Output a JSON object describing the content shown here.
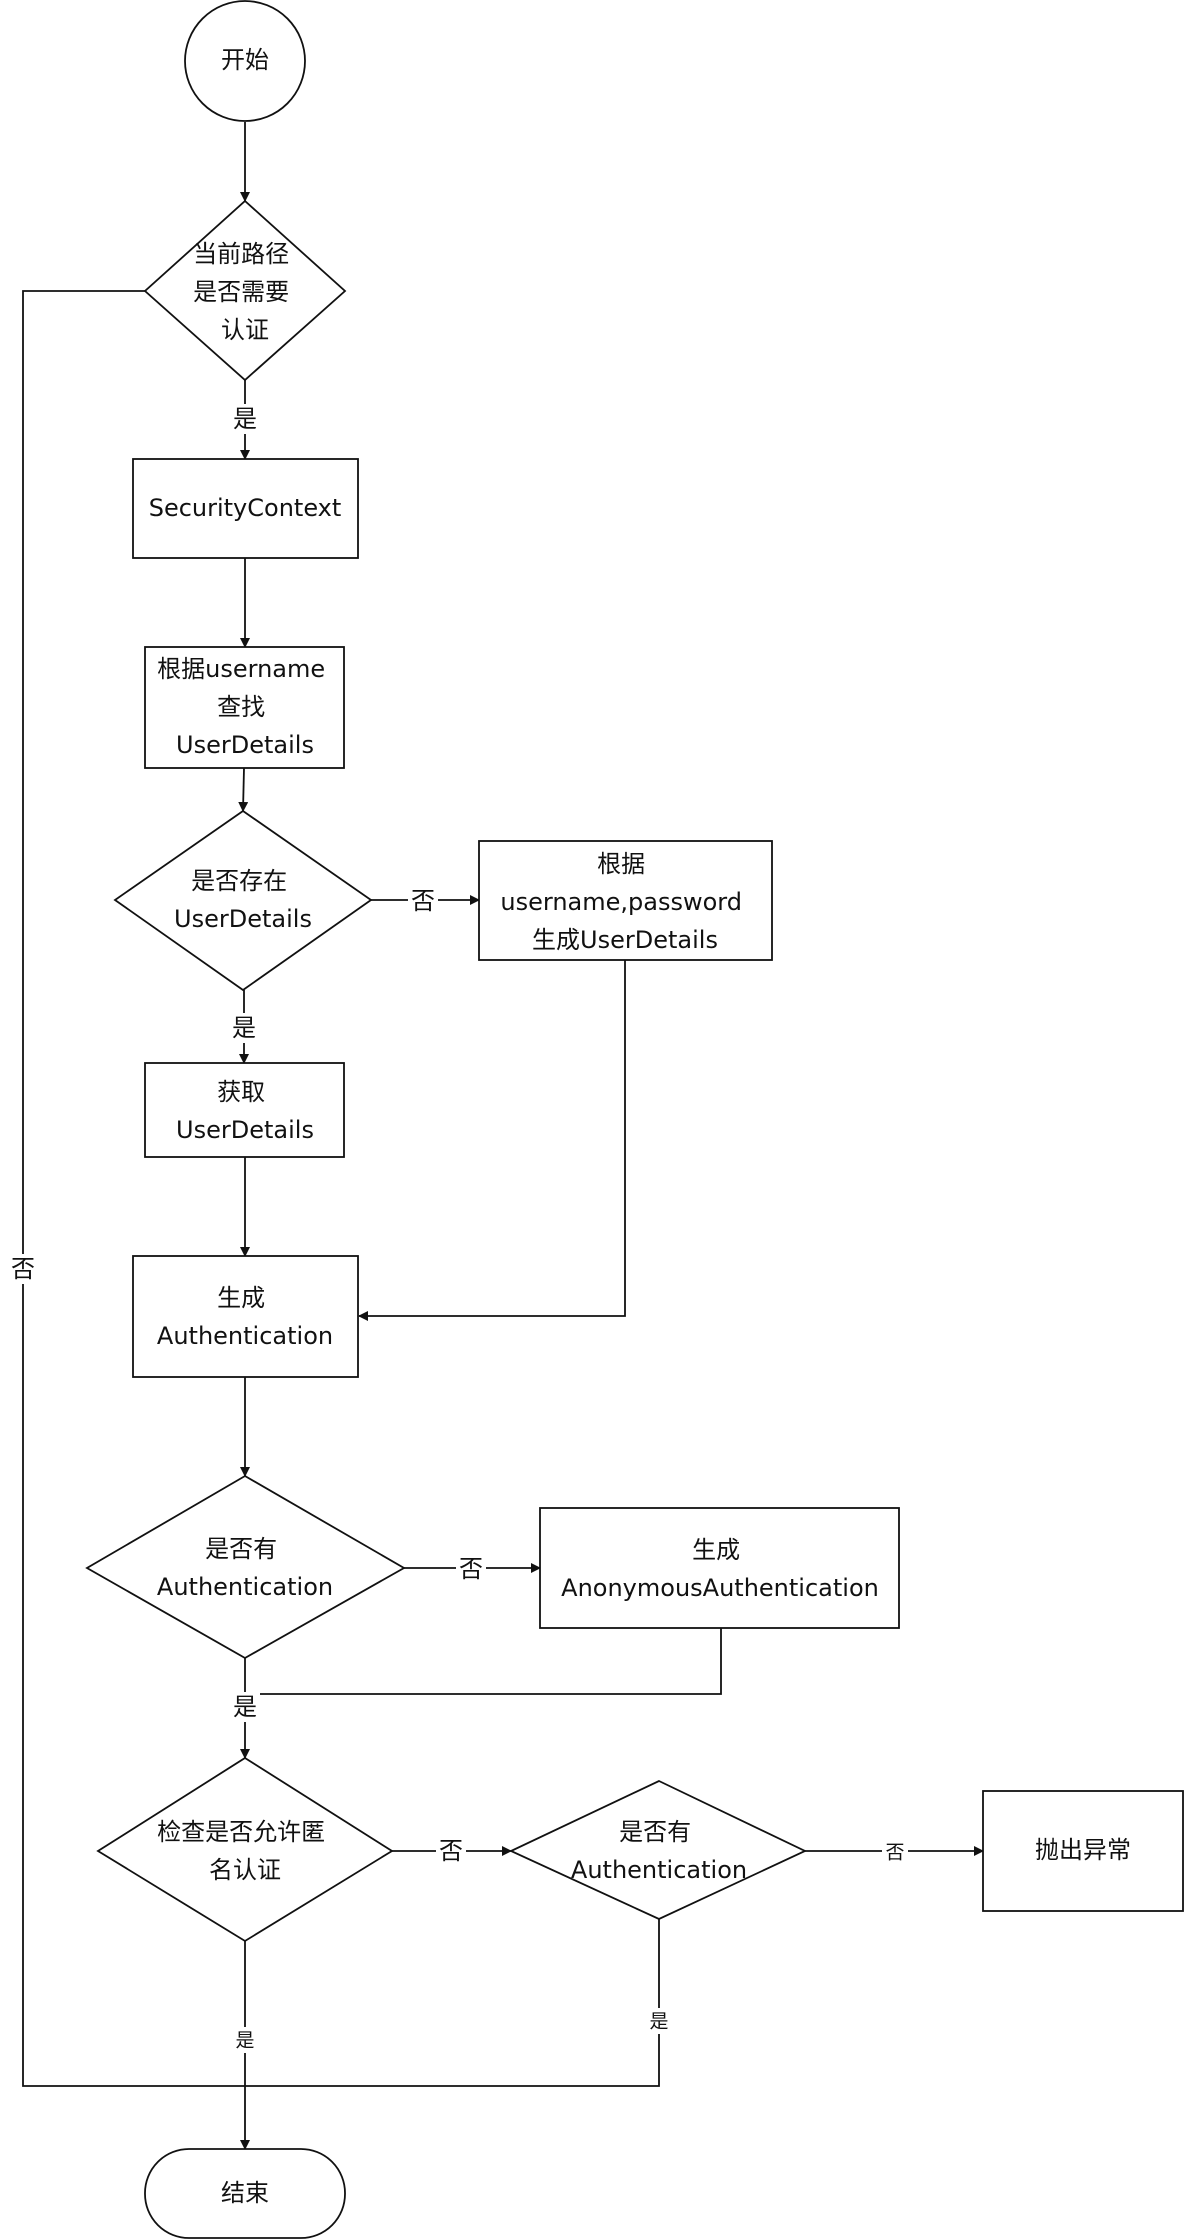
{
  "nodes": {
    "start": "开始",
    "need_auth": [
      "当前路径",
      "是否需要",
      "认证"
    ],
    "security_context": "SecurityContext",
    "find_user": [
      "根据username",
      "查找",
      "UserDetails"
    ],
    "exists_user": [
      "是否存在",
      "UserDetails"
    ],
    "create_user": [
      "根据",
      "username,password",
      "生成UserDetails"
    ],
    "get_user": [
      "获取",
      "UserDetails"
    ],
    "create_auth": [
      "生成",
      "Authentication"
    ],
    "has_auth": [
      "是否有",
      "Authentication"
    ],
    "create_anon": [
      "生成",
      "AnonymousAuthentication"
    ],
    "allow_anon": [
      "检查是否允许匿",
      "名认证"
    ],
    "has_auth_2": [
      "是否有",
      "Authentication"
    ],
    "throw": "抛出异常",
    "end": "结束"
  },
  "edges": {
    "need_auth_yes": "是",
    "need_auth_no": "否",
    "exists_no": "否",
    "exists_yes": "是",
    "has_auth_no": "否",
    "has_auth_yes": "是",
    "allow_anon_no": "否",
    "allow_anon_yes": "是",
    "has_auth2_no": "否",
    "has_auth2_yes": "是"
  }
}
